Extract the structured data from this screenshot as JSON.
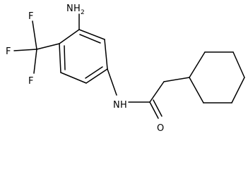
{
  "diagram": {
    "type": "chemical-structure",
    "labels": {
      "amine_n": "N",
      "amine_h": "H",
      "amine_h_count": "2",
      "fluorine_1": "F",
      "fluorine_2": "F",
      "fluorine_3": "F",
      "amide_n": "N",
      "amide_h": "H",
      "carbonyl_o": "O"
    }
  }
}
